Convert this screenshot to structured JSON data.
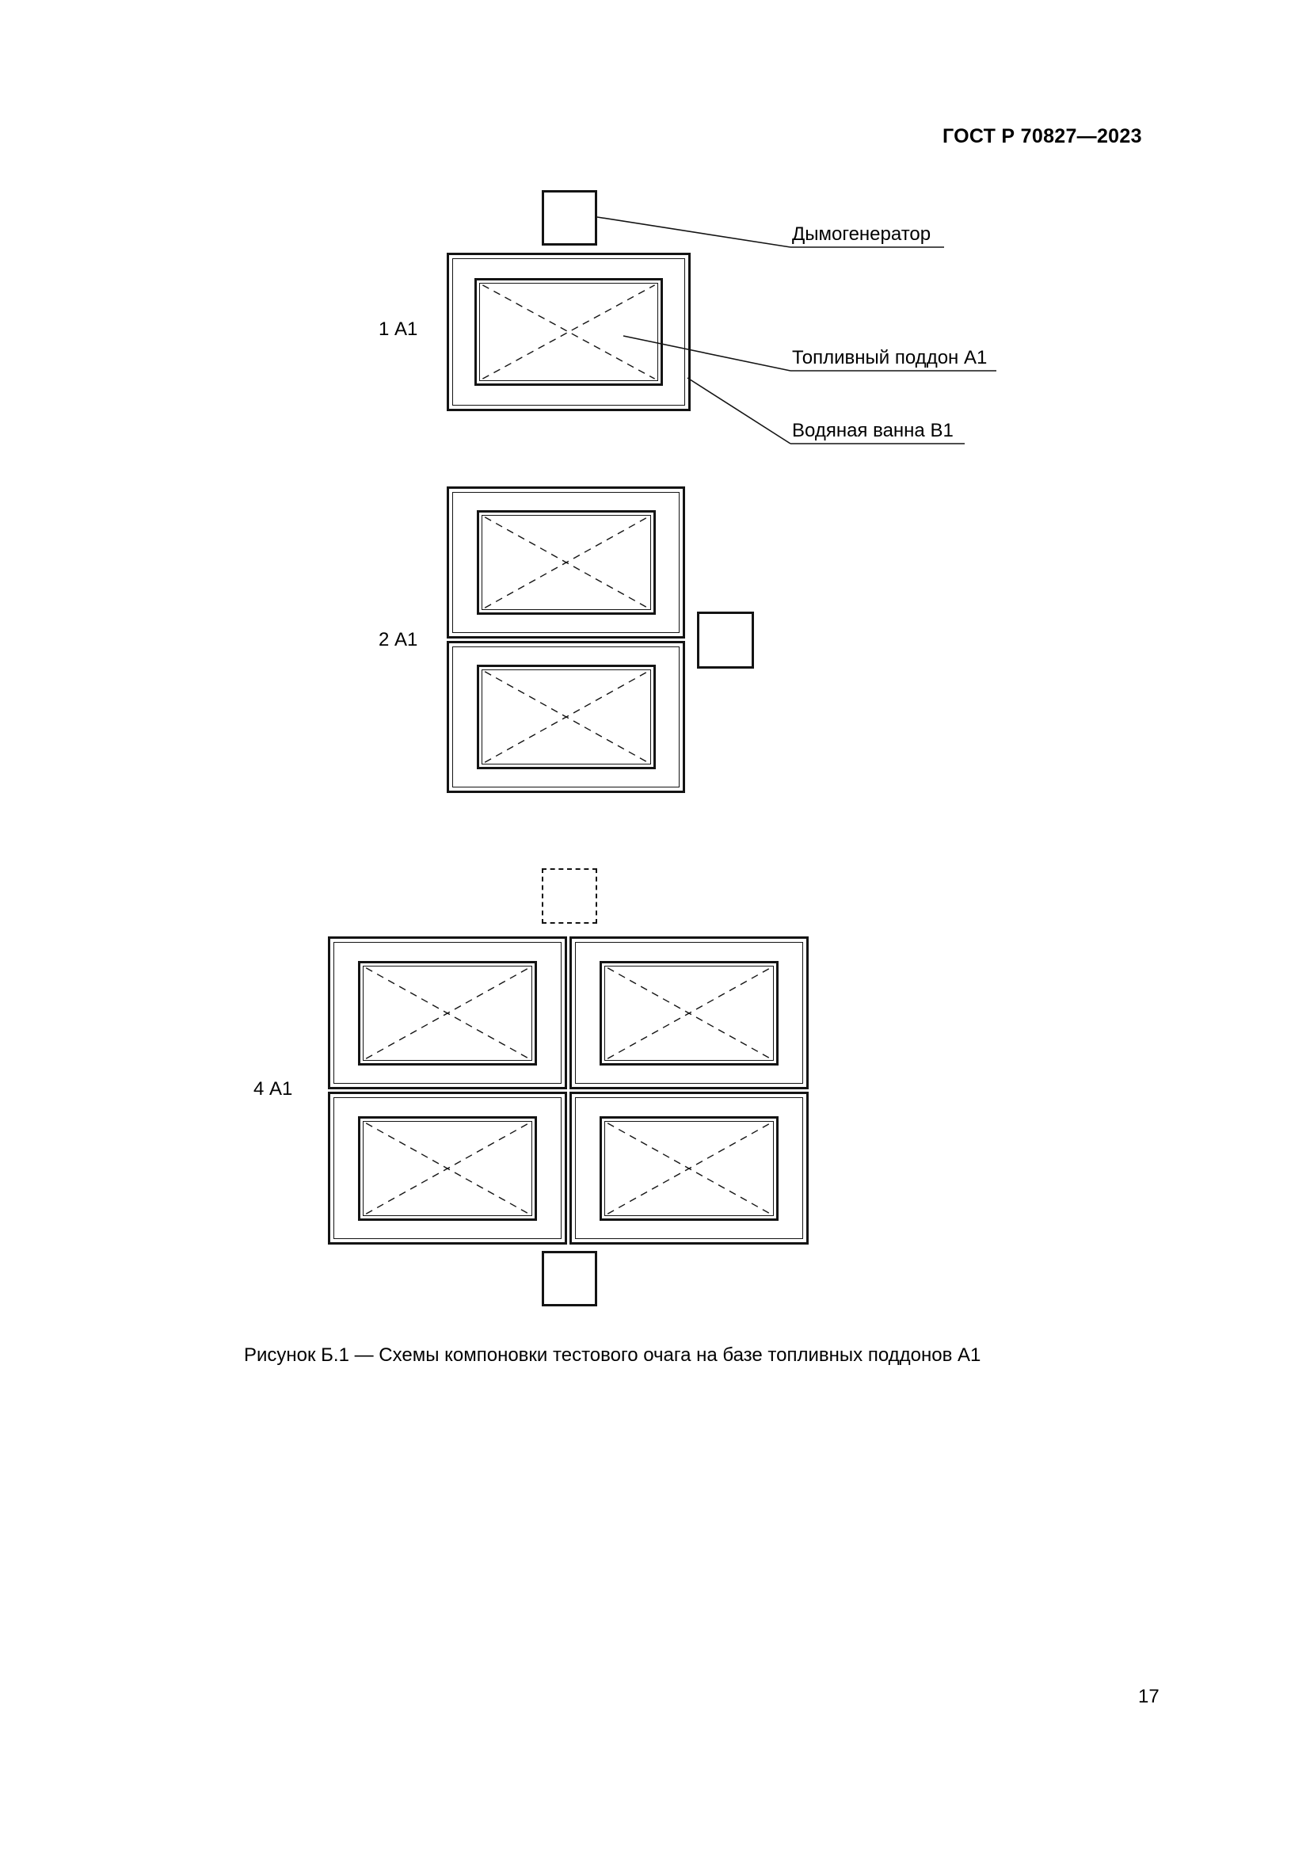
{
  "page": {
    "header": "ГОСТ Р 70827—2023",
    "caption": "Рисунок Б.1 — Схемы компоновки тестового очага на базе топливных поддонов А1",
    "page_number": "17"
  },
  "diagrams": {
    "d1": {
      "label": "1 А1"
    },
    "d2": {
      "label": "2 А1"
    },
    "d4": {
      "label": "4 А1"
    }
  },
  "callouts": {
    "smoke_generator": "Дымогенератор",
    "fuel_pan": "Топливный поддон А1",
    "water_bath": "Водяная ванна В1"
  }
}
